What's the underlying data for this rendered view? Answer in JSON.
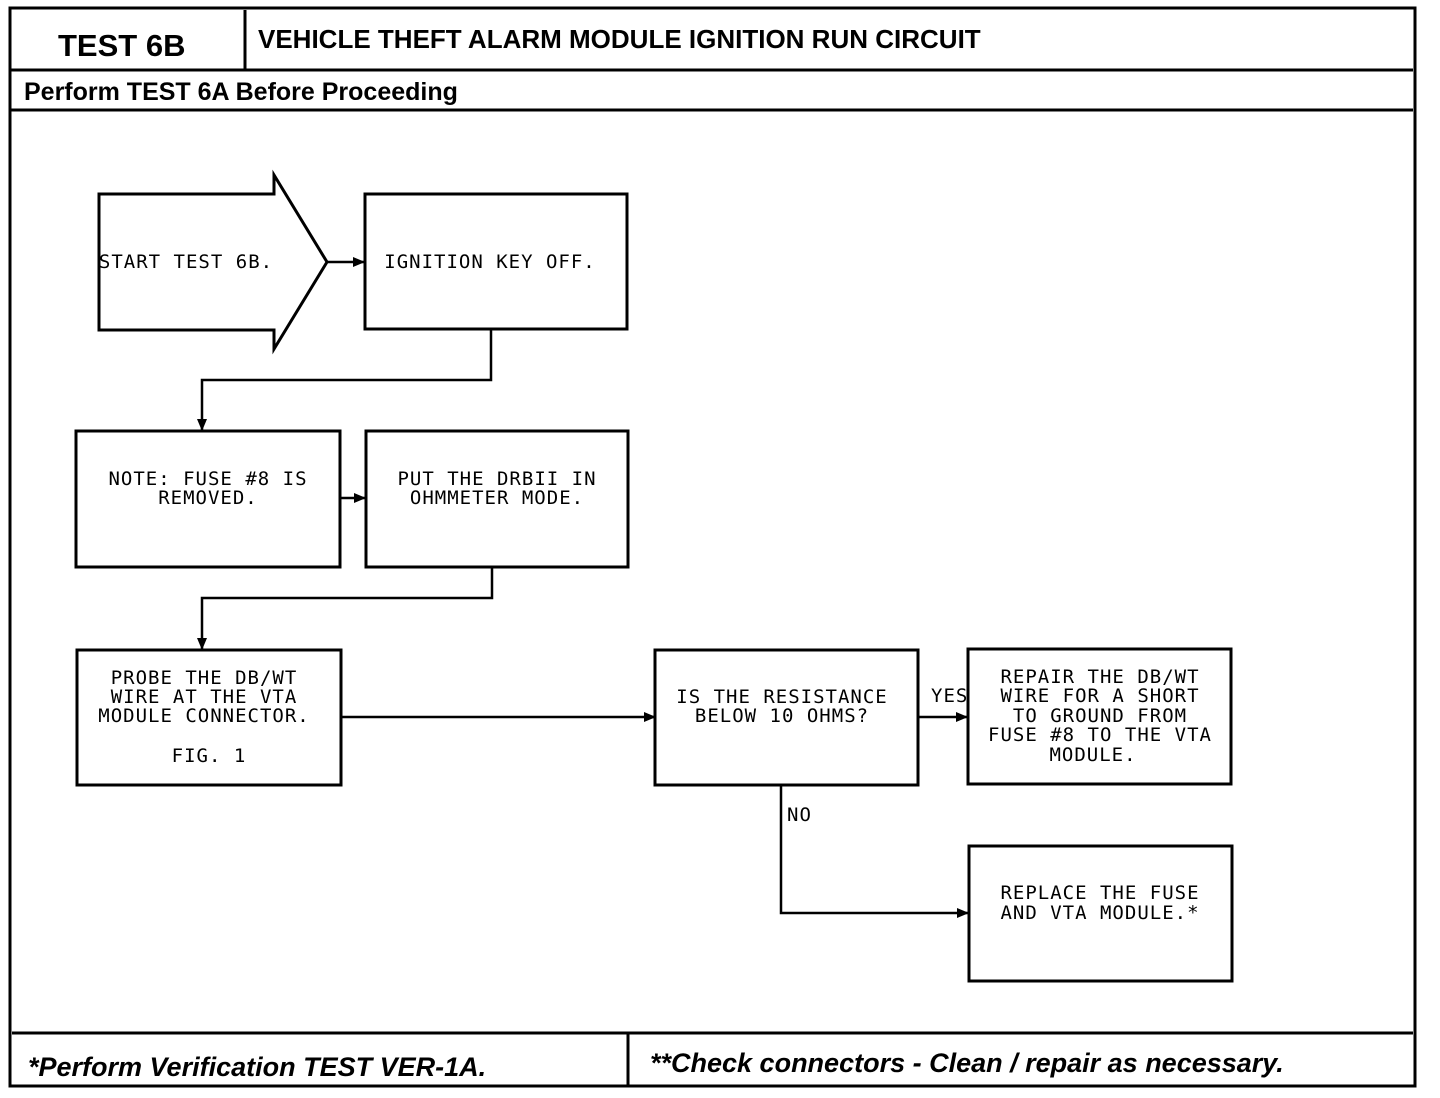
{
  "header": {
    "test_id": "TEST 6B",
    "title": "VEHICLE THEFT ALARM MODULE IGNITION RUN CIRCUIT",
    "prerequisite": "Perform TEST 6A Before Proceeding"
  },
  "flow": {
    "start": [
      "START TEST 6B."
    ],
    "ignition": [
      "IGNITION KEY OFF."
    ],
    "note": [
      "NOTE: FUSE #8 IS",
      "REMOVED."
    ],
    "ohmmeter": [
      "PUT THE DRBII IN",
      "OHMMETER MODE."
    ],
    "probe": [
      "PROBE THE DB/WT",
      "WIRE AT THE VTA",
      "MODULE CONNECTOR.",
      "",
      "FIG. 1"
    ],
    "question": [
      "IS THE RESISTANCE",
      "BELOW 10 OHMS?"
    ],
    "yes_action": [
      "REPAIR THE DB/WT",
      "WIRE FOR A SHORT",
      "TO GROUND FROM",
      "FUSE #8 TO THE VTA",
      "MODULE."
    ],
    "no_action": [
      "REPLACE THE FUSE",
      "AND VTA MODULE.*"
    ],
    "yes_label": "YES",
    "no_label": "NO"
  },
  "footer": {
    "left": "*Perform Verification TEST VER-1A.",
    "right": "**Check connectors - Clean / repair as necessary."
  }
}
